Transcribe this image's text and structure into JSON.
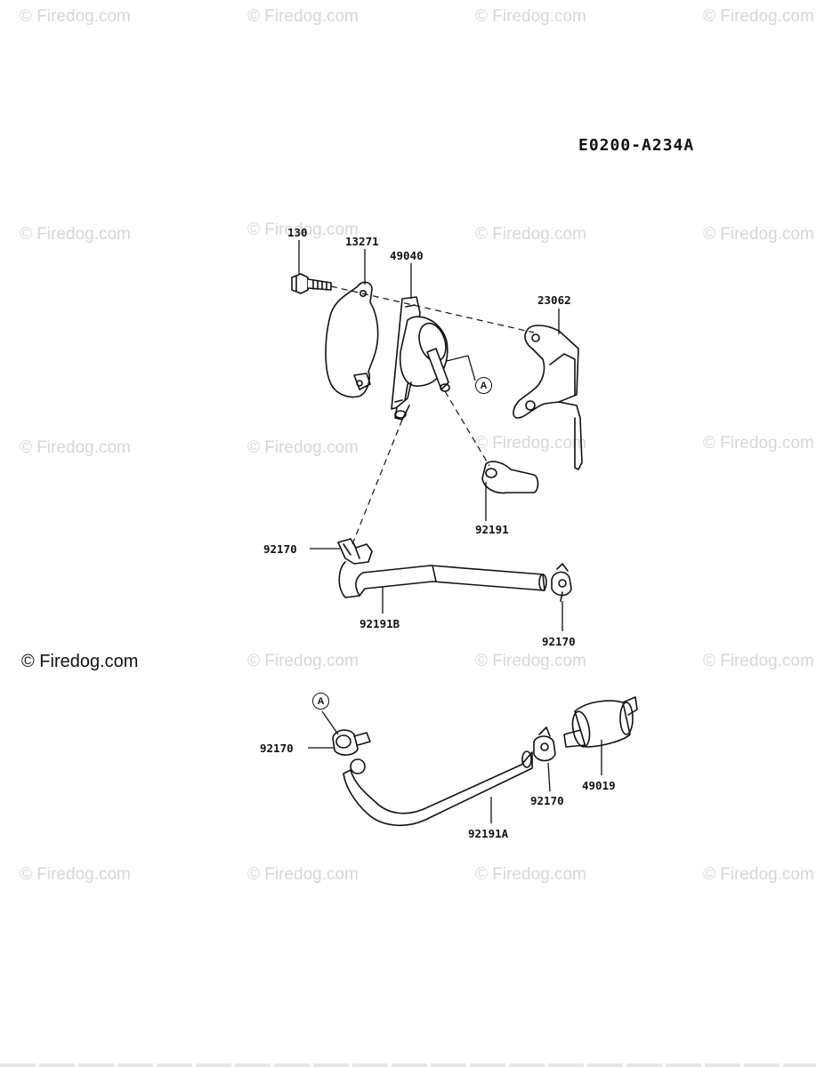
{
  "diagram_code": "E0200-A234A",
  "watermark": "© Firedog.com",
  "parts": {
    "p130": "130",
    "p13271": "13271",
    "p49040": "49040",
    "p23062": "23062",
    "p92191": "92191",
    "p92170_a": "92170",
    "p92191B": "92191B",
    "p92170_b": "92170",
    "p92170_c": "92170",
    "p92170_d": "92170",
    "p49019": "49019",
    "p92191A": "92191A"
  },
  "callouts": {
    "upper": "A",
    "lower": "A"
  }
}
